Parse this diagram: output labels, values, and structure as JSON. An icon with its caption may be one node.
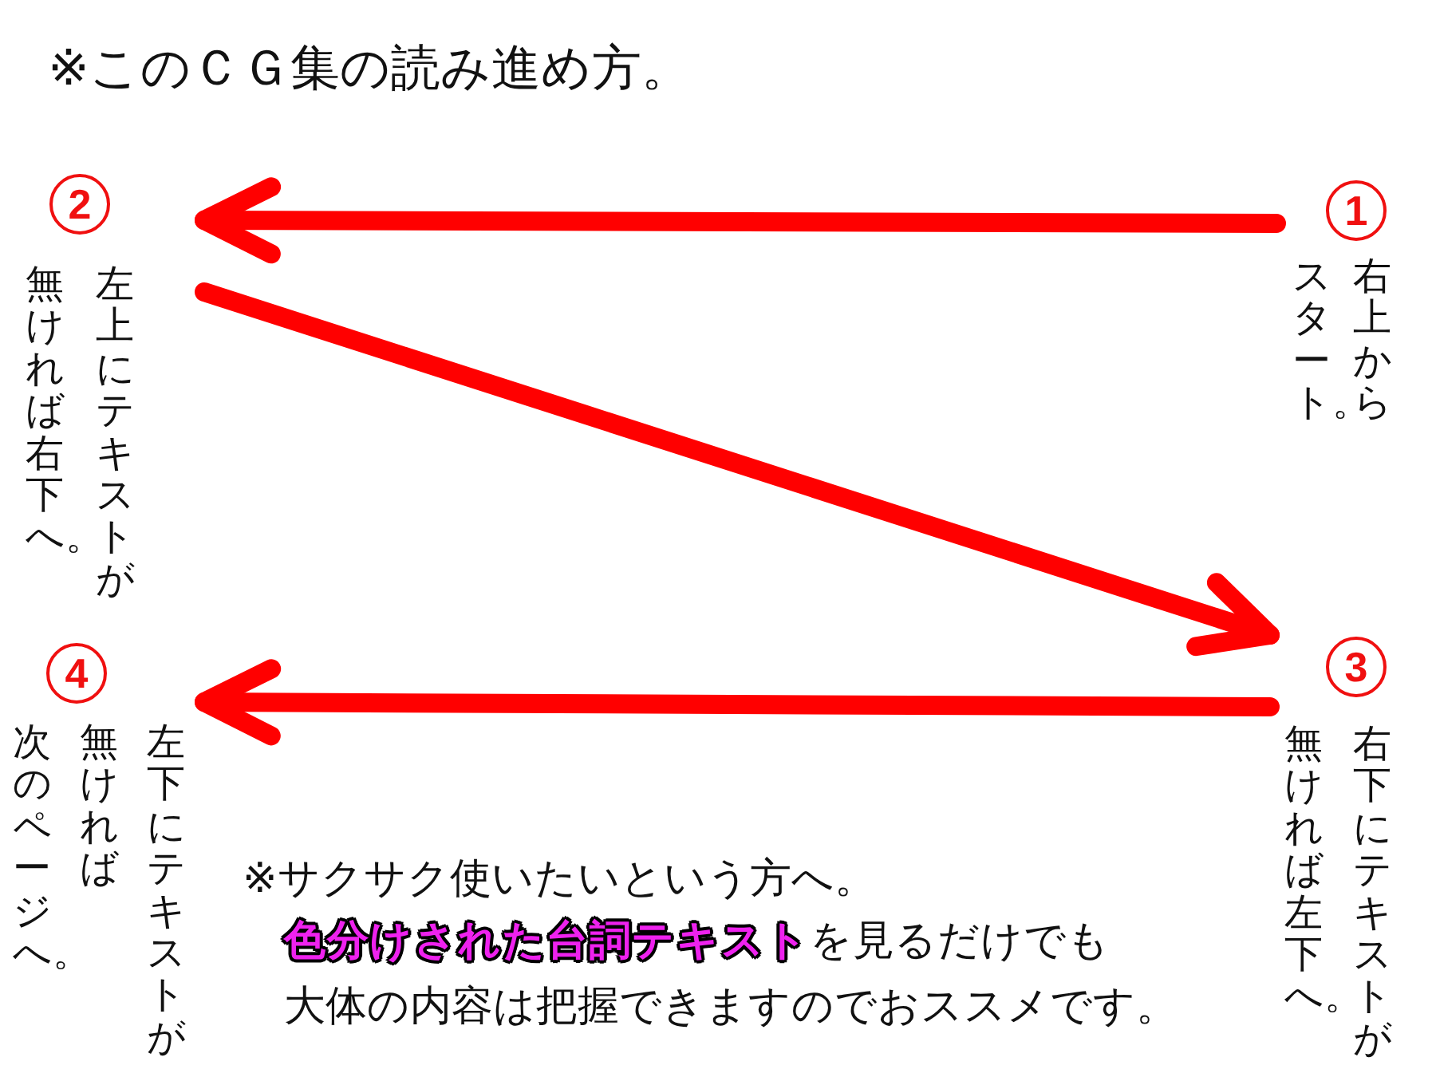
{
  "diagram": {
    "title": "※このＣＧ集の読み進め方。",
    "nodes": [
      {
        "text": [
          "1",
          "右上からスタート。"
        ]
      },
      {
        "text": [
          "2",
          "左上にテキストが無ければ右下へ。"
        ]
      },
      {
        "text": [
          "3",
          "右下にテキストが無ければ左下へ。"
        ]
      },
      {
        "text": [
          "4",
          "左下にテキストが無ければ次のページへ。"
        ]
      }
    ],
    "edges": [
      {
        "from": 0,
        "to": 1,
        "arrow": "to"
      },
      {
        "from": 1,
        "to": 2,
        "arrow": "to"
      },
      {
        "from": 2,
        "to": 3,
        "arrow": "to"
      }
    ],
    "labels": [
      "※サクサク使いたいという方へ。",
      "**色分けされた台詞テキスト**を見るだけでも大体の内容は把握できますのでおススメです。"
    ]
  }
}
